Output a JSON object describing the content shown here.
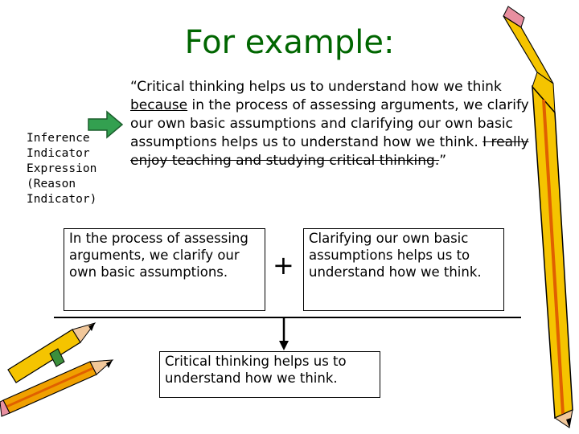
{
  "title": "For example:",
  "indicator_label": [
    "Inference",
    "Indicator",
    "Expression",
    "(Reason",
    "Indicator)"
  ],
  "quote": {
    "open_mark": "“",
    "part1": "Critical thinking helps us to understand how we think ",
    "underlined": "because",
    "part2": " in the process of assessing arguments, we clarify our own basic assumptions and clarifying our own basic assumptions helps us to understand how we think. ",
    "struck": "I really enjoy teaching and studying critical thinking.",
    "close_mark": "”"
  },
  "premise_1": "In the process of assessing arguments, we clarify our own basic assumptions.",
  "plus_sign": "+",
  "premise_2": "Clarifying our own basic assumptions helps us to understand how we think.",
  "conclusion": "Critical thinking helps us to understand how we think.",
  "colors": {
    "title": "#006600",
    "arrow_fill": "#33a050",
    "pencil_yellow": "#f5c400",
    "pencil_orange": "#e06000"
  }
}
